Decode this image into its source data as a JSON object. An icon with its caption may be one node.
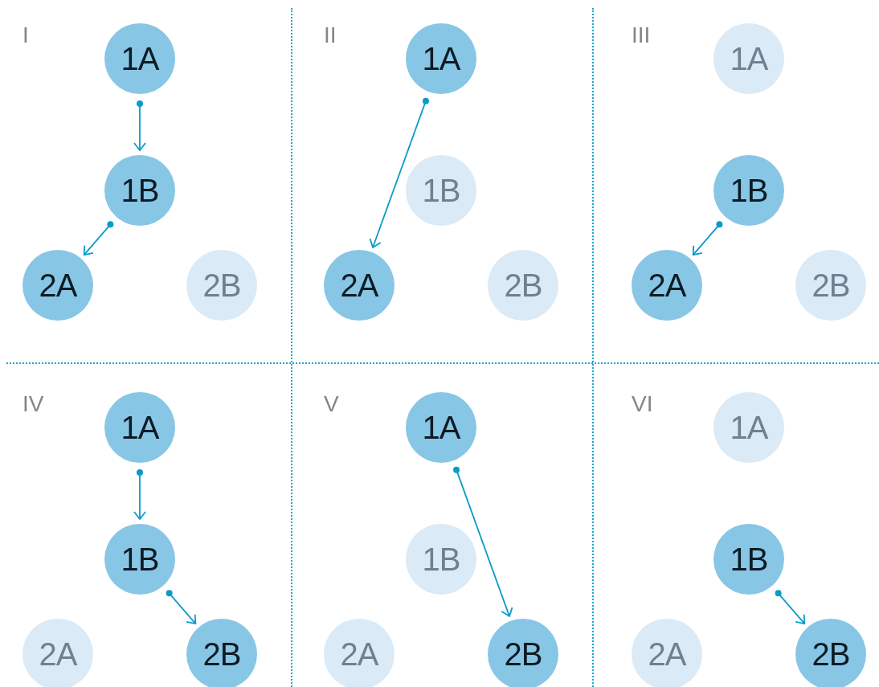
{
  "diagram": {
    "nodes": [
      {
        "text": [
          "1A"
        ]
      },
      {
        "text": [
          "1B"
        ]
      },
      {
        "text": [
          "2A"
        ]
      },
      {
        "text": [
          "2B"
        ]
      },
      {
        "text": [
          "1A"
        ]
      },
      {
        "text": [
          "1B"
        ]
      },
      {
        "text": [
          "2A"
        ]
      },
      {
        "text": [
          "2B"
        ]
      },
      {
        "text": [
          "1A"
        ]
      },
      {
        "text": [
          "1B"
        ]
      },
      {
        "text": [
          "2A"
        ]
      },
      {
        "text": [
          "2B"
        ]
      },
      {
        "text": [
          "1A"
        ]
      },
      {
        "text": [
          "1B"
        ]
      },
      {
        "text": [
          "2A"
        ]
      },
      {
        "text": [
          "2B"
        ]
      },
      {
        "text": [
          "1A"
        ]
      },
      {
        "text": [
          "1B"
        ]
      },
      {
        "text": [
          "2A"
        ]
      },
      {
        "text": [
          "2B"
        ]
      },
      {
        "text": [
          "1A"
        ]
      },
      {
        "text": [
          "1B"
        ]
      },
      {
        "text": [
          "2A"
        ]
      },
      {
        "text": [
          "2B"
        ]
      }
    ],
    "edges": [
      {
        "from": 0,
        "to": 1,
        "arrow": "to"
      },
      {
        "from": 1,
        "to": 2,
        "arrow": "to"
      },
      {
        "from": 4,
        "to": 6,
        "arrow": "to"
      },
      {
        "from": 9,
        "to": 10,
        "arrow": "to"
      },
      {
        "from": 12,
        "to": 13,
        "arrow": "to"
      },
      {
        "from": 13,
        "to": 15,
        "arrow": "to"
      },
      {
        "from": 16,
        "to": 19,
        "arrow": "to"
      },
      {
        "from": 21,
        "to": 23,
        "arrow": "to"
      }
    ],
    "labels": [
      "I",
      "II",
      "III",
      "IV",
      "V",
      "VI"
    ]
  }
}
